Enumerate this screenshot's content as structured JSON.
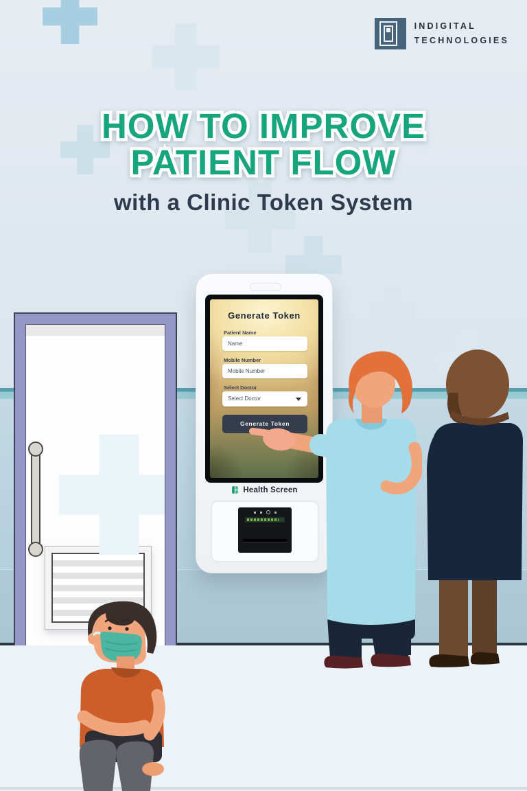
{
  "brand": {
    "line1": "INDIGITAL",
    "line2": "TECHNOLOGIES"
  },
  "title": {
    "line1": "HOW TO IMPROVE",
    "line2": "PATIENT FLOW",
    "subtitle": "with a Clinic Token System"
  },
  "kiosk": {
    "heading": "Generate Token",
    "fields": [
      {
        "label": "Patient Name",
        "value": "Name"
      },
      {
        "label": "Mobile Number",
        "value": "Mobile Number"
      },
      {
        "label": "Select Doctor",
        "value": "Select Doctor"
      }
    ],
    "button": "Generate Token",
    "device_brand": "Health Screen"
  },
  "icons": {
    "logo_mark": "nested-rectangles-monogram",
    "health_screen_mark": "green-split-cross",
    "select_chevron": "chevron-down",
    "wall_decor": "medical-plus-cross"
  },
  "colors": {
    "accent_green": "#17a57e",
    "navy_text": "#2e3a4e",
    "wall_stripe_teal": "#539eae",
    "chair_back_lavender": "#a8acd8",
    "chair_seat_green": "#44b286",
    "kiosk_button_slate": "#353d4c",
    "mask_teal": "#4cb6a1",
    "shirt_orange": "#cd5e2a"
  }
}
